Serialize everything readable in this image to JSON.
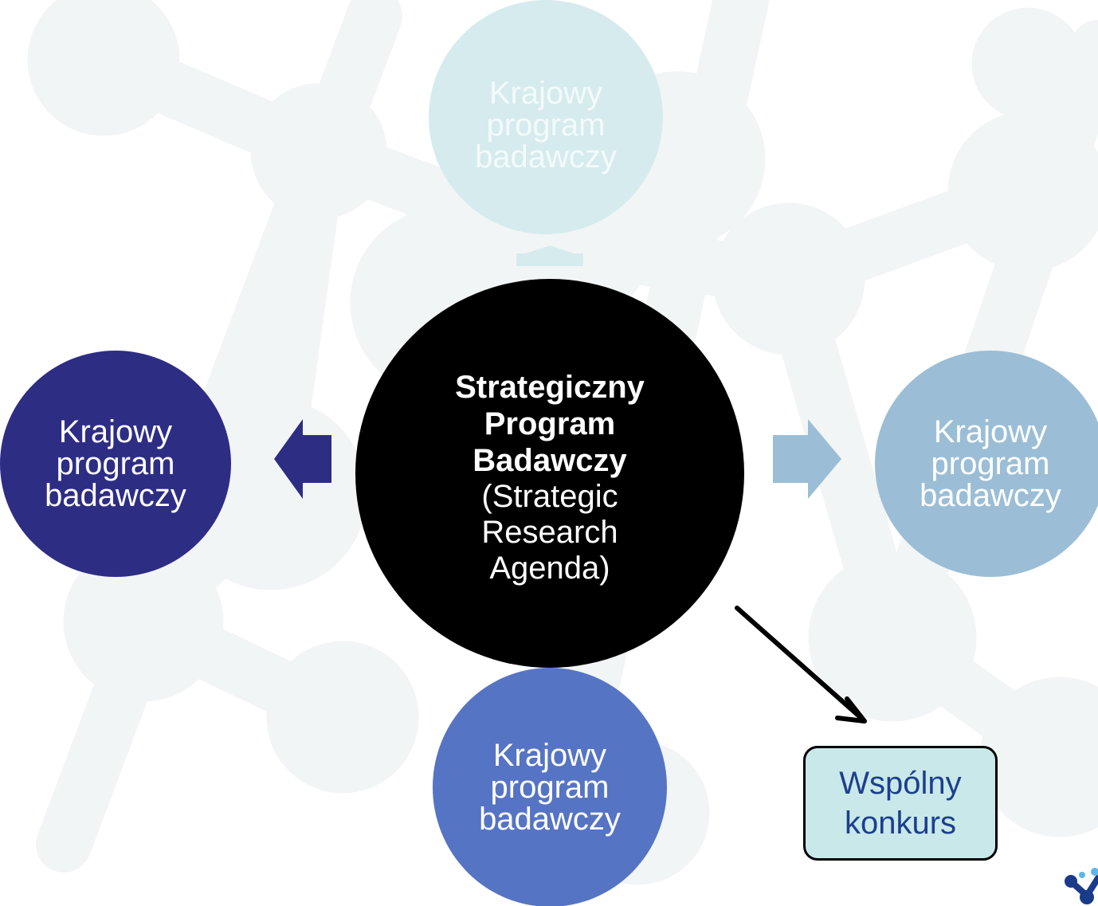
{
  "colors": {
    "background": "#ffffff",
    "molecule_pattern": "#f2f5f5",
    "center_node": "#000000",
    "node_top": "#d6ebee",
    "node_left": "#2e2d84",
    "node_right": "#9bbed6",
    "node_bottom": "#5674c4",
    "joint_box_fill": "#c9e8e9",
    "joint_box_text": "#1c3f8f"
  },
  "diagram": {
    "center": {
      "title": "Strategiczny\nProgram\nBadawczy",
      "subtitle": "(Strategic\nResearch\nAgenda)"
    },
    "nodes": {
      "top": "Krajowy\nprogram\nbadawczy",
      "left": "Krajowy\nprogram\nbadawczy",
      "right": "Krajowy\nprogram\nbadawczy",
      "bottom": "Krajowy\nprogram\nbadawczy"
    },
    "joint_call": "Wspólny\nkonkurs"
  },
  "icons": {
    "arrows": [
      "arrow-up-icon",
      "arrow-left-icon",
      "arrow-right-icon",
      "arrow-down-icon",
      "diagonal-arrow-icon"
    ],
    "corner": "logo-icon"
  }
}
